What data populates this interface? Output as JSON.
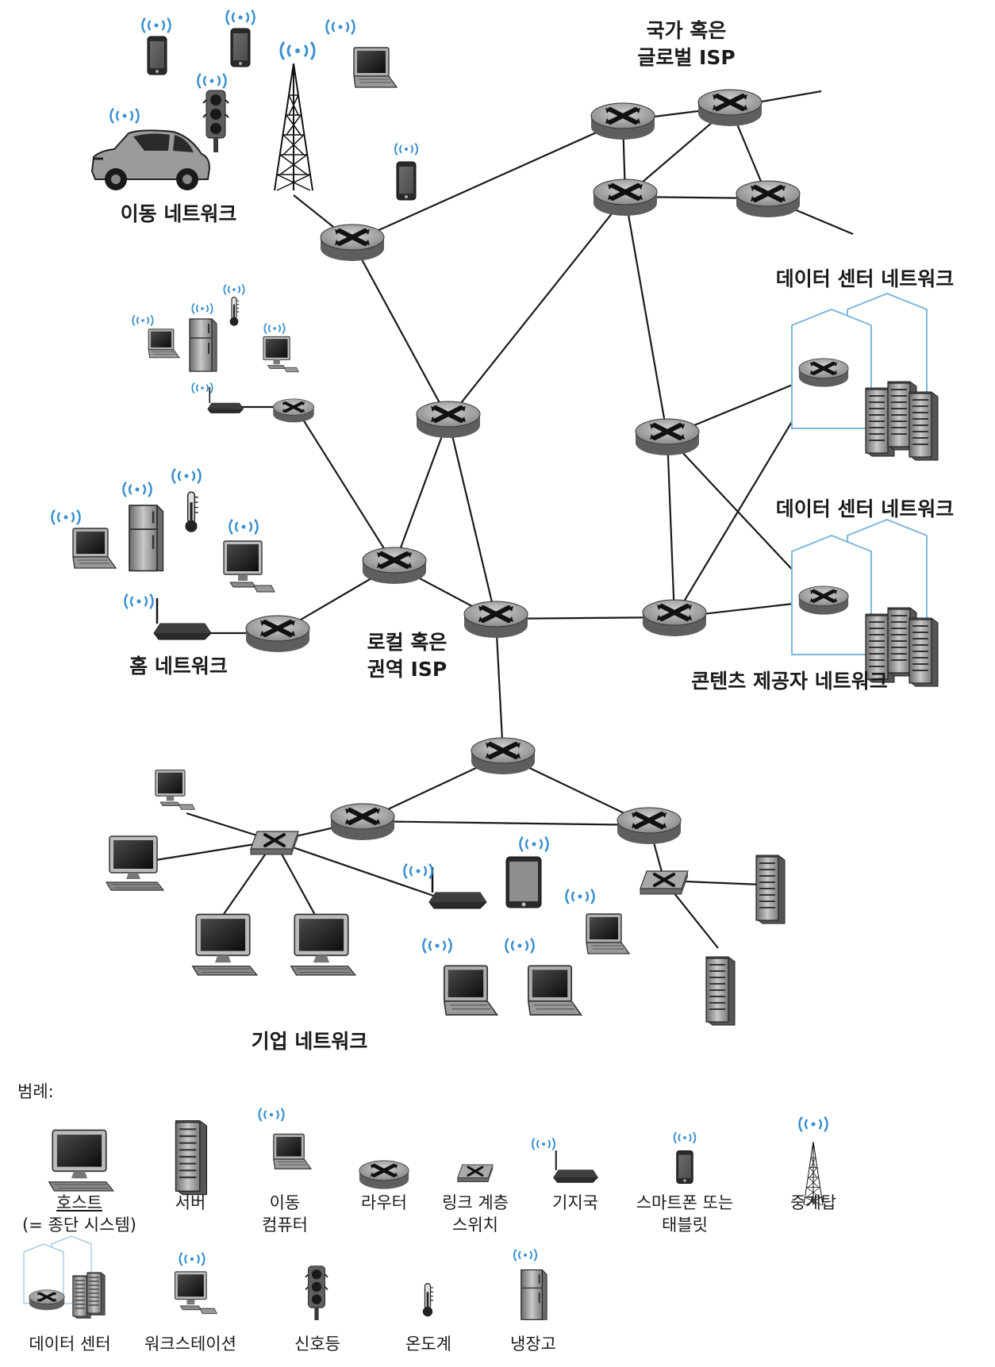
{
  "network_labels": {
    "global_isp": [
      "국가 혹은",
      "글로벌 ISP"
    ],
    "mobile": "이동 네트워크",
    "datacenter_1": "데이터 센터 네트워크",
    "datacenter_2": "데이터 센터 네트워크",
    "regional_isp": [
      "로컬 혹은",
      "권역 ISP"
    ],
    "home": "홈 네트워크",
    "content_provider": "콘텐츠 제공자 네트워크",
    "enterprise": "기업 네트워크"
  },
  "legend": {
    "title": "범례:",
    "items": [
      {
        "icon": "host-icon",
        "lines": [
          "호스트",
          "(= 종단 시스템)"
        ]
      },
      {
        "icon": "server-icon",
        "lines": [
          "서버"
        ]
      },
      {
        "icon": "mobile-computer-icon",
        "lines": [
          "이동",
          "컴퓨터"
        ]
      },
      {
        "icon": "router-icon",
        "lines": [
          "라우터"
        ]
      },
      {
        "icon": "link-layer-switch-icon",
        "lines": [
          "링크 계층",
          "스위치"
        ]
      },
      {
        "icon": "base-station-icon",
        "lines": [
          "기지국"
        ]
      },
      {
        "icon": "smartphone-icon",
        "lines": [
          "스마트폰 또는",
          "태블릿"
        ]
      },
      {
        "icon": "cell-tower-icon",
        "lines": [
          "중계탑"
        ]
      },
      {
        "icon": "data-center-icon",
        "lines": [
          "데이터 센터"
        ]
      },
      {
        "icon": "workstation-icon",
        "lines": [
          "워크스테이션"
        ]
      },
      {
        "icon": "traffic-light-icon",
        "lines": [
          "신호등"
        ]
      },
      {
        "icon": "thermometer-icon",
        "lines": [
          "온도계"
        ]
      },
      {
        "icon": "refrigerator-icon",
        "lines": [
          "냉장고"
        ]
      }
    ]
  },
  "colors": {
    "router_top": "#9b9b9b",
    "router_side": "#5e5e5e",
    "link": "#1a1a1a",
    "wifi": "#3a8fd0",
    "datacenter_outline": "#7fb6dc"
  }
}
